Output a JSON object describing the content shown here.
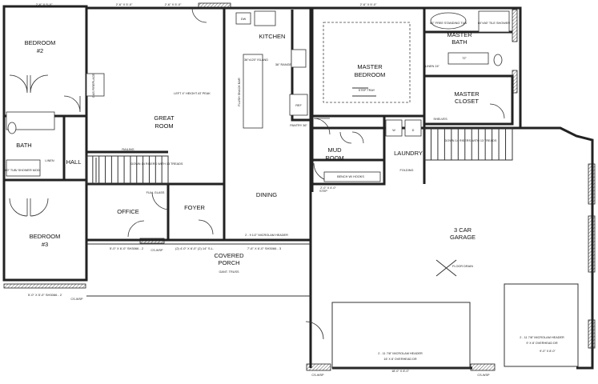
{
  "rooms": {
    "bedroom2": [
      "BEDROOM",
      "#2"
    ],
    "bath": "BATH",
    "hall": "HALL",
    "bedroom3": [
      "BEDROOM",
      "#3"
    ],
    "great_room": [
      "GREAT",
      "ROOM"
    ],
    "kitchen": "KITCHEN",
    "master_bedroom": [
      "MASTER",
      "BEDROOM"
    ],
    "master_bath": [
      "MASTER",
      "BATH"
    ],
    "master_closet": [
      "MASTER",
      "CLOSET"
    ],
    "mud_room": [
      "MUD",
      "ROOM"
    ],
    "laundry": "LAUNDRY",
    "office": "OFFICE",
    "foyer": "FOYER",
    "dining": "DINING",
    "covered_porch": [
      "COVERED",
      "PORCH"
    ],
    "garage": [
      "3 CAR",
      "GARAGE"
    ]
  },
  "notes": {
    "fireplace": "GAS FIREPLACE",
    "ceiling_peak": "LEFT 4\" HEIGHT AT PEAK",
    "island": "36\"x120\" ISLAND",
    "range": "36\" RANGE",
    "ref": "REF",
    "pantry": "PANTRY 36\"",
    "dw": "DW",
    "snack_bar": "FLUSH SNACK BAR",
    "railing": "RAILING",
    "stairs_down": "DOWN 14 RISERS WITH 13 TREADS",
    "full_glass": "FULL GLASS",
    "linen": "LINEN",
    "tub_shower": "60\" TUB/ SHOWER MOD",
    "freestanding_tub": "60\" FREE STANDING TUB",
    "tile_shower": "60\"x36\" TILE SHOWER",
    "linen24": "LINEN 24\"",
    "vanity_72": "72\"",
    "step_tray": "STEP TRAY",
    "shelves": "SHELVES",
    "bench": "BENCH W/ HOOKS",
    "folding": "FOLDING",
    "w": "W",
    "d": "D",
    "step": "STEP",
    "floor_drain": "FLOOR DRAIN",
    "gant_truss": "GANT. TRUSS",
    "microlam_header_dining": "2 - 9 1/2\" MICROLAM HEADER",
    "microlam_header_main": "2 - 11 7/8\" MICROLAM HEADER",
    "overhead_main": "16' X 8' OVERHEAD DR",
    "microlam_header_side": "2 - 11 7/8\" MICROLAM HEADER",
    "overhead_side": "9' X 8' OVERHEAD DR",
    "cs_wsp": "CS-WSP",
    "garage_width": "18'-0\" X 8'-0\"",
    "garage_dim": "9'-0\" X 8'-0\"",
    "door_2040": "2'-0\" X 4'-0\""
  },
  "dims": {
    "top_a": "2'-6\" X 5'-0\"",
    "top_b": "2'-6\" X 5'-0\"",
    "top_c": "2'-6\" X 5'-0\"",
    "top_d": "2'-6\" X 5'-0\"",
    "porch_1": "5'-0\" X 6'-0\" SH3066 - 2",
    "porch_2": "(2) 4'-0\" X 6'-0\" (2) 14\" S.L.",
    "porch_3": "7'-6\" X 6'-0\" SH3066 - 3",
    "bottom_left": "5'-0\" X 5'-0\" SH3066 - 2"
  },
  "colors": {
    "line": "#222222",
    "background": "#ffffff"
  }
}
